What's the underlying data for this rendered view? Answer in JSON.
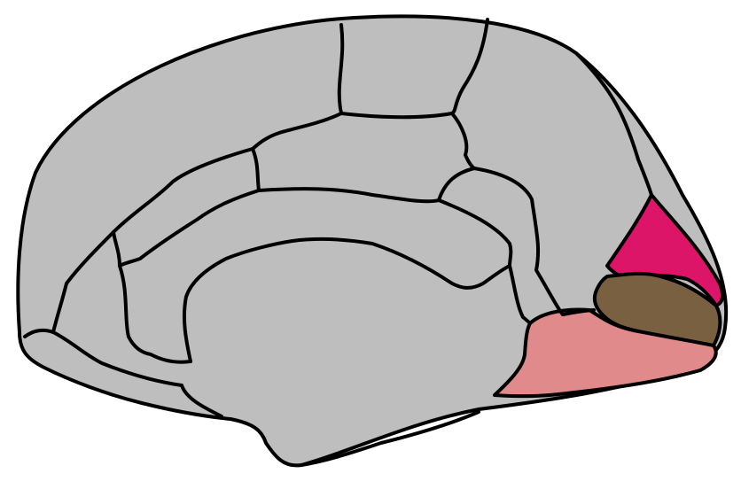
{
  "figure": {
    "type": "medial cortical surface parcellation",
    "view": "medial",
    "background_color": "#ffffff",
    "outline_color": "#000000"
  },
  "regions": [
    {
      "id": "base",
      "fill": "#bebebe",
      "highlighted": false
    },
    {
      "id": "occipital-upper",
      "fill": "#dd1569",
      "highlighted": true
    },
    {
      "id": "occipital-middle",
      "fill": "#786040",
      "highlighted": true
    },
    {
      "id": "occipital-lower",
      "fill": "#e08a8c",
      "highlighted": true
    }
  ]
}
